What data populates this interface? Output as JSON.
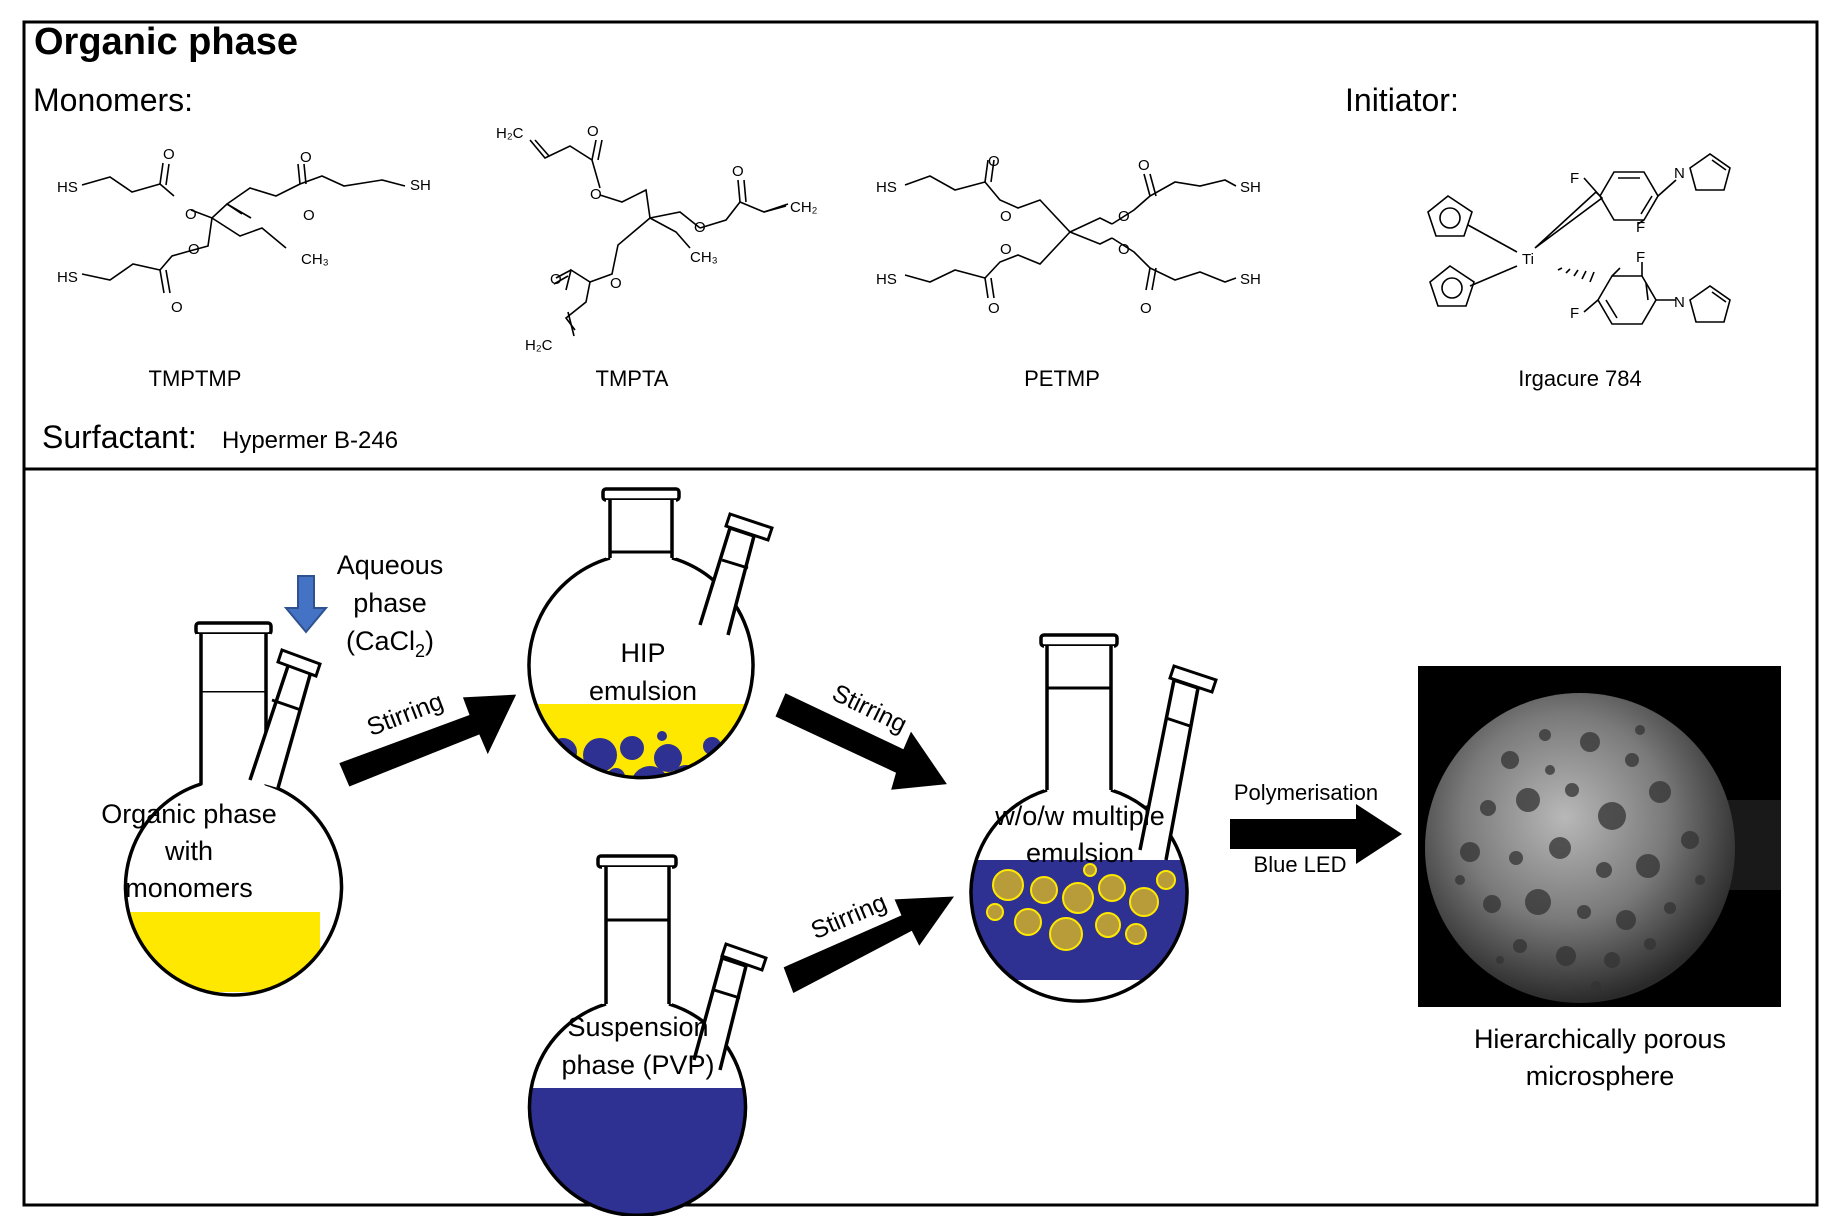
{
  "organic_panel": {
    "title": "Organic phase",
    "monomers_label": "Monomers:",
    "initiator_label": "Initiator:",
    "surfactant_label": "Surfactant:",
    "surfactant_name": "Hypermer B-246"
  },
  "molecules": {
    "tmptmp": {
      "name": "TMPTMP",
      "atoms": {
        "sh1": "HS",
        "sh2": "SH",
        "sh3": "HS",
        "o1": "O",
        "o2": "O",
        "o3": "O",
        "o4": "O",
        "o5": "O",
        "o6": "O",
        "ch3": "CH₃"
      }
    },
    "tmpta": {
      "name": "TMPTA",
      "atoms": {
        "h2c1": "H₂C",
        "ch2": "CH₂",
        "h2c3": "H₂C",
        "o1": "O",
        "o2": "O",
        "o3": "O",
        "o4": "O",
        "o5": "O",
        "o6": "O",
        "ch3": "CH₃"
      }
    },
    "petmp": {
      "name": "PETMP",
      "atoms": {
        "sh1": "HS",
        "sh2": "SH",
        "sh3": "HS",
        "sh4": "SH",
        "o": "O"
      }
    },
    "irgacure": {
      "name": "Irgacure 784",
      "atoms": {
        "ti": "Ti",
        "f": "F",
        "n": "N"
      }
    }
  },
  "process": {
    "flask_organic_label": [
      "Organic phase",
      "with",
      "monomers"
    ],
    "aqueous_label": [
      "Aqueous",
      "phase",
      "(CaCl",
      "2",
      ")"
    ],
    "stirring_1": "Stirring",
    "flask_hip_label": [
      "HIP",
      "emulsion"
    ],
    "stirring_2": "Stirring",
    "stirring_3": "Stirring",
    "flask_suspension_label": [
      "Suspension",
      "phase (PVP)"
    ],
    "flask_multiple_label": [
      "w/o/w multiple",
      "emulsion"
    ],
    "polymerisation_label": "Polymerisation",
    "blue_led_label": "Blue LED",
    "result_label": [
      "Hierarchically porous",
      "microsphere"
    ]
  },
  "colors": {
    "organic_phase": "#ffe800",
    "aqueous_droplets": "#2e3192",
    "suspension_phase": "#2e3192",
    "aqueous_arrow": "#4472c4",
    "process_arrow": "#000000",
    "border": "#000000"
  }
}
